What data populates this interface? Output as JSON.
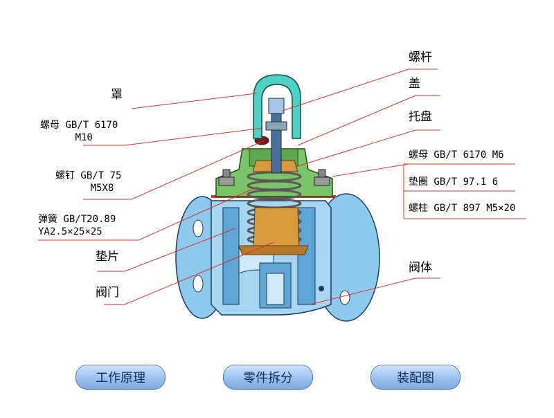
{
  "labels": {
    "cover": "罩",
    "nut_left": "螺母 GB/T 6170\n      M10",
    "screw": "螺钉 GB/T 75\n      M5X8",
    "spring": "弹簧 GB/T20.89\nYA2.5×25×25",
    "gasket": "垫片",
    "valve_door": "阀门",
    "stem_screw": "螺杆",
    "bonnet": "盖",
    "tray": "托盘",
    "nut_right": "螺母 GB/T 6170 M6",
    "washer": "垫圈 GB/T 97.1 6",
    "stud": "螺柱 GB/T 897 M5×20",
    "body": "阀体"
  },
  "buttons": {
    "principle": "工作原理",
    "parts": "零件拆分",
    "assembly": "装配图"
  },
  "colors": {
    "body": "#8ec9ee",
    "bonnet": "#7cc46a",
    "cover": "#4fd1c5",
    "spring": "#c8c8c8",
    "brass": "#d89a3c",
    "leader": "#e0302a"
  }
}
